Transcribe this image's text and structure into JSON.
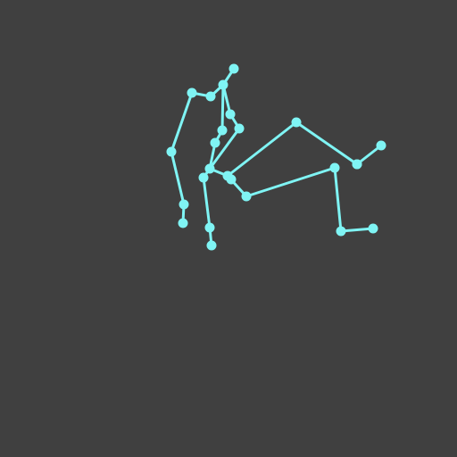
{
  "scene": {
    "background_color": "#404040",
    "line_color": "#7ff4f4",
    "joint_color": "#7ff4f4"
  },
  "skeleton": {
    "joints": [
      {
        "id": "j0",
        "name": "head-tip"
      },
      {
        "id": "j1",
        "name": "neck-top"
      },
      {
        "id": "j2",
        "name": "left-shoulder-inner"
      },
      {
        "id": "j3",
        "name": "left-shoulder"
      },
      {
        "id": "j4",
        "name": "left-elbow"
      },
      {
        "id": "j5",
        "name": "left-wrist"
      },
      {
        "id": "j6",
        "name": "left-hand"
      },
      {
        "id": "j7",
        "name": "spine-upper"
      },
      {
        "id": "j8",
        "name": "spine-mid-a"
      },
      {
        "id": "j9",
        "name": "chest"
      },
      {
        "id": "j10",
        "name": "spine-mid-b"
      },
      {
        "id": "j11",
        "name": "pelvis"
      },
      {
        "id": "j12",
        "name": "hip-left"
      },
      {
        "id": "j13",
        "name": "knee-left"
      },
      {
        "id": "j14",
        "name": "ankle-left"
      },
      {
        "id": "j15",
        "name": "toe-left"
      },
      {
        "id": "j16",
        "name": "hip-right"
      },
      {
        "id": "j17",
        "name": "knee-right"
      },
      {
        "id": "j18",
        "name": "ankle-right"
      },
      {
        "id": "j19",
        "name": "toe-right"
      },
      {
        "id": "j20",
        "name": "thigh-joint"
      },
      {
        "id": "j21",
        "name": "shin-joint"
      },
      {
        "id": "j22",
        "name": "right-hip-base"
      },
      {
        "id": "j23",
        "name": "right-upper-thigh"
      }
    ],
    "bones": [
      [
        "j0",
        "j1"
      ],
      [
        "j1",
        "j2"
      ],
      [
        "j2",
        "j3"
      ],
      [
        "j3",
        "j4"
      ],
      [
        "j4",
        "j5"
      ],
      [
        "j5",
        "j6"
      ],
      [
        "j1",
        "j7"
      ],
      [
        "j7",
        "j9"
      ],
      [
        "j9",
        "j8"
      ],
      [
        "j8",
        "j10"
      ],
      [
        "j1",
        "j10"
      ],
      [
        "j10",
        "j11"
      ],
      [
        "j11",
        "j12"
      ],
      [
        "j12",
        "j13"
      ],
      [
        "j13",
        "j14"
      ],
      [
        "j11",
        "j16"
      ],
      [
        "j16",
        "j17"
      ],
      [
        "j17",
        "j18"
      ],
      [
        "j16",
        "j20"
      ],
      [
        "j20",
        "j21"
      ],
      [
        "j21",
        "j22"
      ],
      [
        "j22",
        "j23"
      ],
      [
        "j11",
        "j15"
      ],
      [
        "j15",
        "j19"
      ]
    ]
  }
}
